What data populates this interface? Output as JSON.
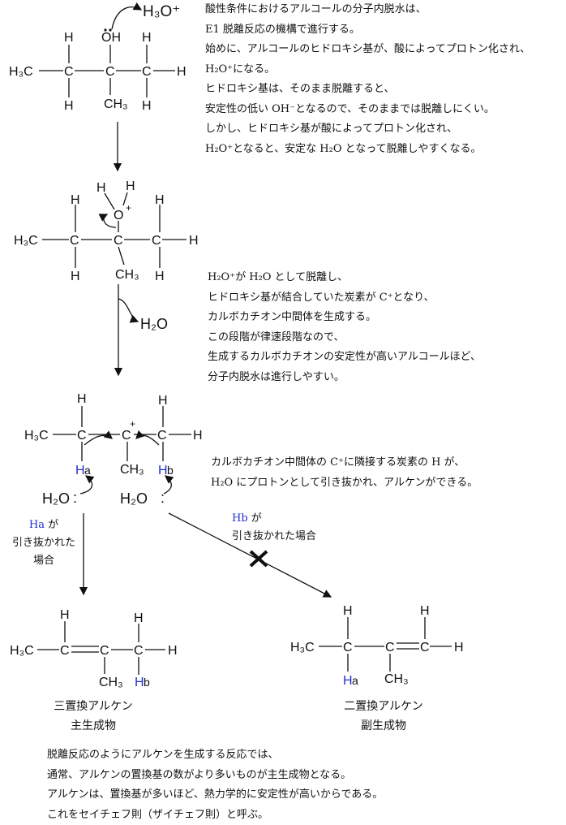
{
  "step1_text": [
    "酸性条件におけるアルコールの分子内脱水は、",
    "E1 脱離反応の機構で進行する。",
    "始めに、アルコールのヒドロキシ基が、酸によってプロトン化され、",
    "H₂O⁺になる。",
    "ヒドロキシ基は、そのまま脱離すると、",
    "安定性の低い OH⁻となるので、そのままでは脱離しにくい。",
    "しかし、ヒドロキシ基が酸によってプロトン化され、",
    "H₂O⁺となると、安定な H₂O となって脱離しやすくなる。"
  ],
  "step2_text": [
    "H₂O⁺が H₂O として脱離し、",
    "ヒドロキシ基が結合していた炭素が C⁺となり、",
    "カルボカチオン中間体を生成する。",
    "この段階が律速段階なので、",
    "生成するカルボカチオンの安定性が高いアルコールほど、",
    "分子内脱水は進行しやすい。"
  ],
  "step3_text": [
    "カルボカチオン中間体の C⁺に隣接する炭素の H が、",
    "H₂O にプロトンとして引き抜かれ、アルケンができる。"
  ],
  "branch_a": {
    "h": "Ha",
    "line1_rest": " が",
    "line2": "引き抜かれた",
    "line3": "場合"
  },
  "branch_b": {
    "h": "Hb",
    "line1_rest": " が",
    "line2": "引き抜かれた場合"
  },
  "product_major": {
    "name": "三置換アルケン",
    "role": "主生成物"
  },
  "product_minor": {
    "name": "二置換アルケン",
    "role": "副生成物"
  },
  "conclusion_text": [
    "脱離反応のようにアルケンを生成する反応では、",
    "通常、アルケンの置換基の数がより多いものが主生成物となる。",
    "アルケンは、置換基が多いほど、熱力学的に安定性が高いからである。",
    "これをセイチェフ則（ザイチェフ則）と呼ぶ。"
  ],
  "atoms": {
    "H": "H",
    "C": "C",
    "O": "O",
    "OH": "OH",
    "H3C": "H₃C",
    "CH3": "CH₃",
    "H3O_plus": "H₃O⁺",
    "H2O": "H₂O",
    "plus": "+",
    "a": "a",
    "b": "b",
    "lone_pair": ":"
  },
  "colors": {
    "text": "#111111",
    "highlight_h": "#2030d0"
  }
}
